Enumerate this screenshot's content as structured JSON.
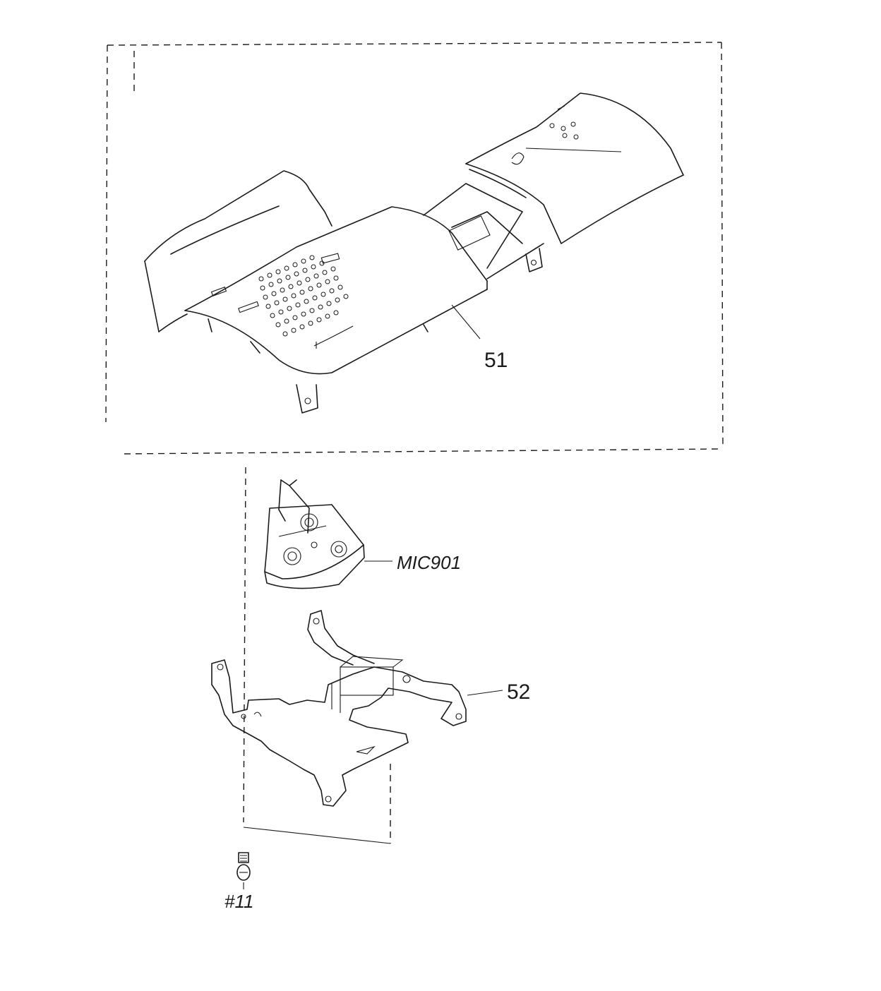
{
  "callouts": {
    "cover": "51",
    "mic": "MIC901",
    "bracket": "52",
    "screw": "#11"
  },
  "colors": {
    "line": "#1a1a1a",
    "background": "#ffffff"
  }
}
